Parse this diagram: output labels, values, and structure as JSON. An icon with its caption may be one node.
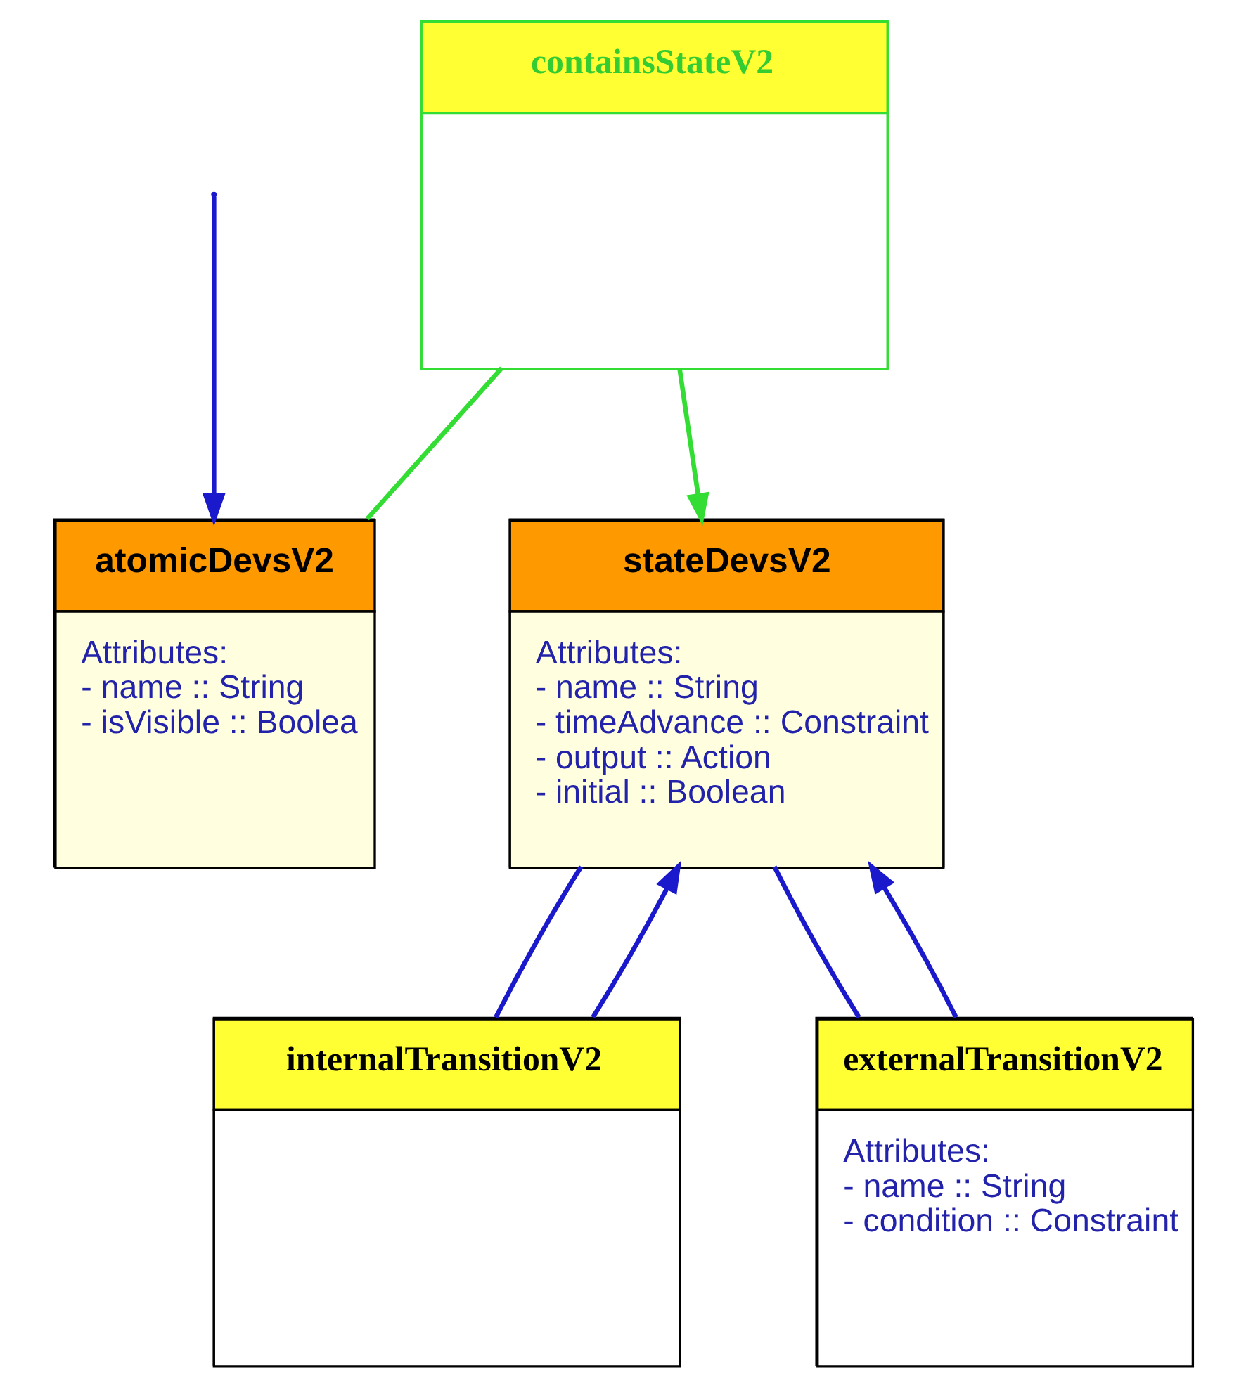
{
  "diagram": {
    "nodes": [
      {
        "text": [
          "containsStateV2"
        ]
      },
      {
        "text": [
          "atomicDevsV2",
          "Attributes:",
          "- name :: String",
          "- isVisible :: Boolea"
        ]
      },
      {
        "text": [
          "stateDevsV2",
          "Attributes:",
          "- name :: String",
          "- timeAdvance :: Constraint",
          "- output :: Action",
          "- initial :: Boolean"
        ]
      },
      {
        "text": [
          "internalTransitionV2"
        ]
      },
      {
        "text": [
          "externalTransitionV2",
          "Attributes:",
          "- name :: String",
          "- condition :: Constraint"
        ]
      }
    ],
    "edges": [
      {
        "from": 0,
        "to": 1,
        "arrow": "none",
        "color": "#33dd33"
      },
      {
        "from": 0,
        "to": 2,
        "arrow": "to",
        "color": "#33dd33"
      },
      {
        "from": null,
        "to": 1,
        "arrow": "to"
      },
      {
        "from": 3,
        "to": 2,
        "arrow": "to"
      },
      {
        "from": 2,
        "to": 3,
        "arrow": "none"
      },
      {
        "from": 4,
        "to": 2,
        "arrow": "to"
      },
      {
        "from": 2,
        "to": 4,
        "arrow": "none"
      }
    ]
  }
}
